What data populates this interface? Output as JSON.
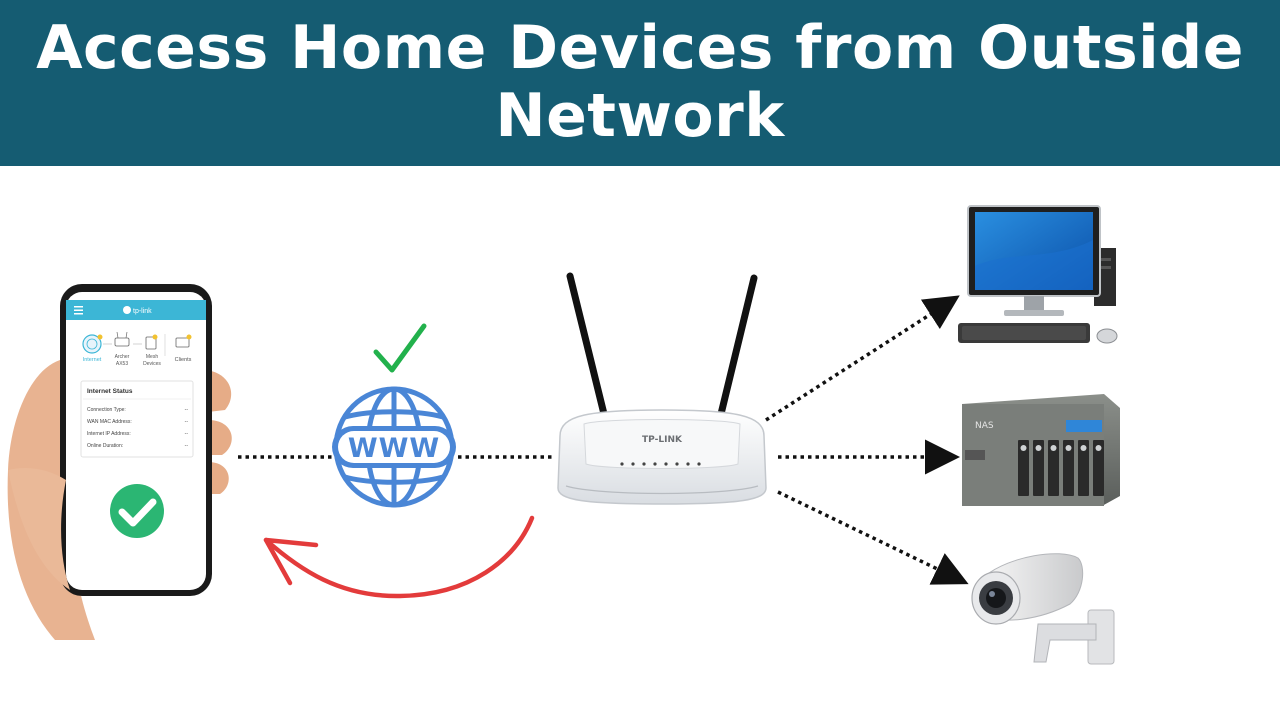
{
  "header": {
    "title": "Access Home Devices from Outside Network"
  },
  "phone": {
    "app_logo": "tp-link",
    "nav": [
      {
        "label": "Internet",
        "icon": "globe-icon"
      },
      {
        "label": "Archer\nAX53",
        "icon": "router-icon"
      },
      {
        "label": "Mesh\nDevices",
        "icon": "mesh-icon"
      },
      {
        "label": "Clients",
        "icon": "monitor-icon"
      }
    ],
    "status_card": {
      "title": "Internet Status",
      "rows": [
        {
          "label": "Connection Type:",
          "value": "--"
        },
        {
          "label": "WAN MAC Address:",
          "value": "--"
        },
        {
          "label": "Internet IP Address:",
          "value": "--"
        },
        {
          "label": "Online Duration:",
          "value": "--"
        }
      ]
    },
    "status_icon": "check-circle-icon"
  },
  "internet": {
    "label": "WWW",
    "status_icon": "check-icon"
  },
  "router": {
    "brand": "TP-LINK"
  },
  "devices": [
    {
      "name": "computer",
      "icon": "desktop-computer-icon"
    },
    {
      "name": "nas",
      "label": "NAS",
      "icon": "nas-icon"
    },
    {
      "name": "camera",
      "icon": "security-camera-icon"
    }
  ],
  "colors": {
    "banner": "#155c72",
    "globe": "#4a86d6",
    "check_green": "#2bb673",
    "return_arrow": "#e33b3b",
    "app_header": "#3cb6d6"
  }
}
